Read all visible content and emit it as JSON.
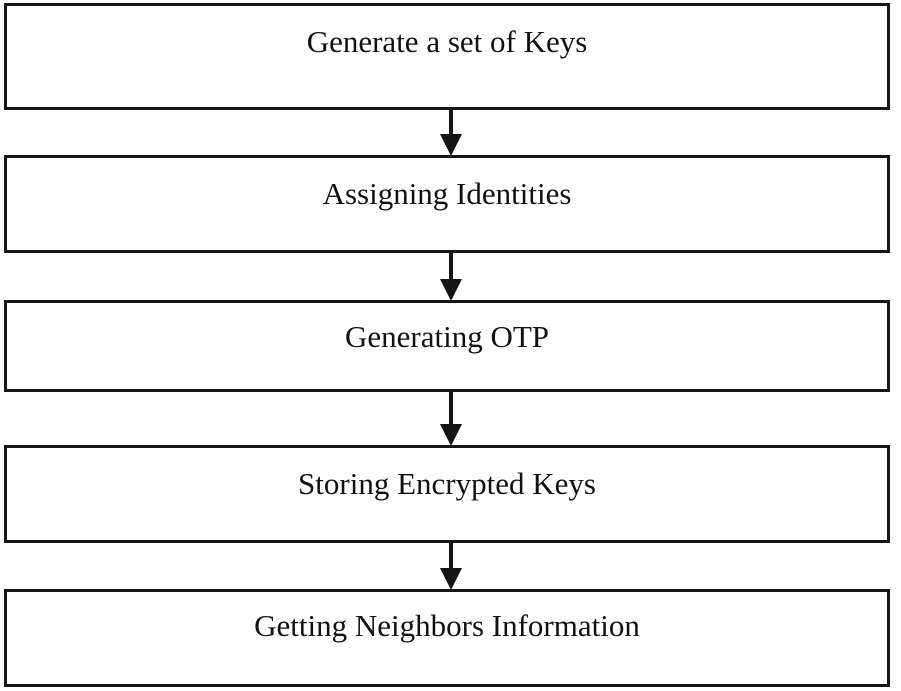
{
  "flowchart": {
    "steps": [
      {
        "label": "Generate a set of Keys"
      },
      {
        "label": "Assigning Identities"
      },
      {
        "label": "Generating OTP"
      },
      {
        "label": "Storing Encrypted Keys"
      },
      {
        "label": "Getting Neighbors Information"
      }
    ],
    "colors": {
      "stroke": "#161616",
      "background": "#ffffff",
      "text": "#111111"
    },
    "arrow_icon": "arrow-down-icon"
  }
}
